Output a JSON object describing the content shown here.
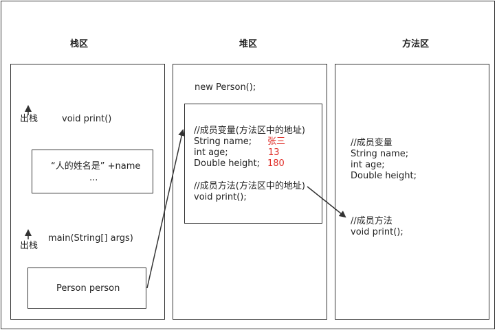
{
  "headers": {
    "stack": "栈区",
    "heap": "堆区",
    "method": "方法区"
  },
  "stack": {
    "pop_label_top": "出栈",
    "print_frame": "void print()",
    "print_body_line1": "“人的姓名是” +name",
    "print_body_line2": "...",
    "pop_label_bottom": "出栈",
    "main_frame": "main(String[] args)",
    "main_var": "Person person"
  },
  "heap": {
    "new_expr": "new Person();",
    "vars_comment": "//成员变量(方法区中的地址)",
    "field_name": "String name;",
    "field_name_value": "张三",
    "field_age": "int age;",
    "field_age_value": "13",
    "field_height": "Double height;",
    "field_height_value": "180",
    "methods_comment": "//成员方法(方法区中的地址)",
    "method_print": "void print();"
  },
  "method_area": {
    "vars_comment": "//成员变量",
    "field_name": "String name;",
    "field_age": "int age;",
    "field_height": "Double height;",
    "methods_comment": "//成员方法",
    "method_print": "void print();"
  },
  "colors": {
    "value_red": "#e0302a",
    "stroke": "#333333"
  }
}
